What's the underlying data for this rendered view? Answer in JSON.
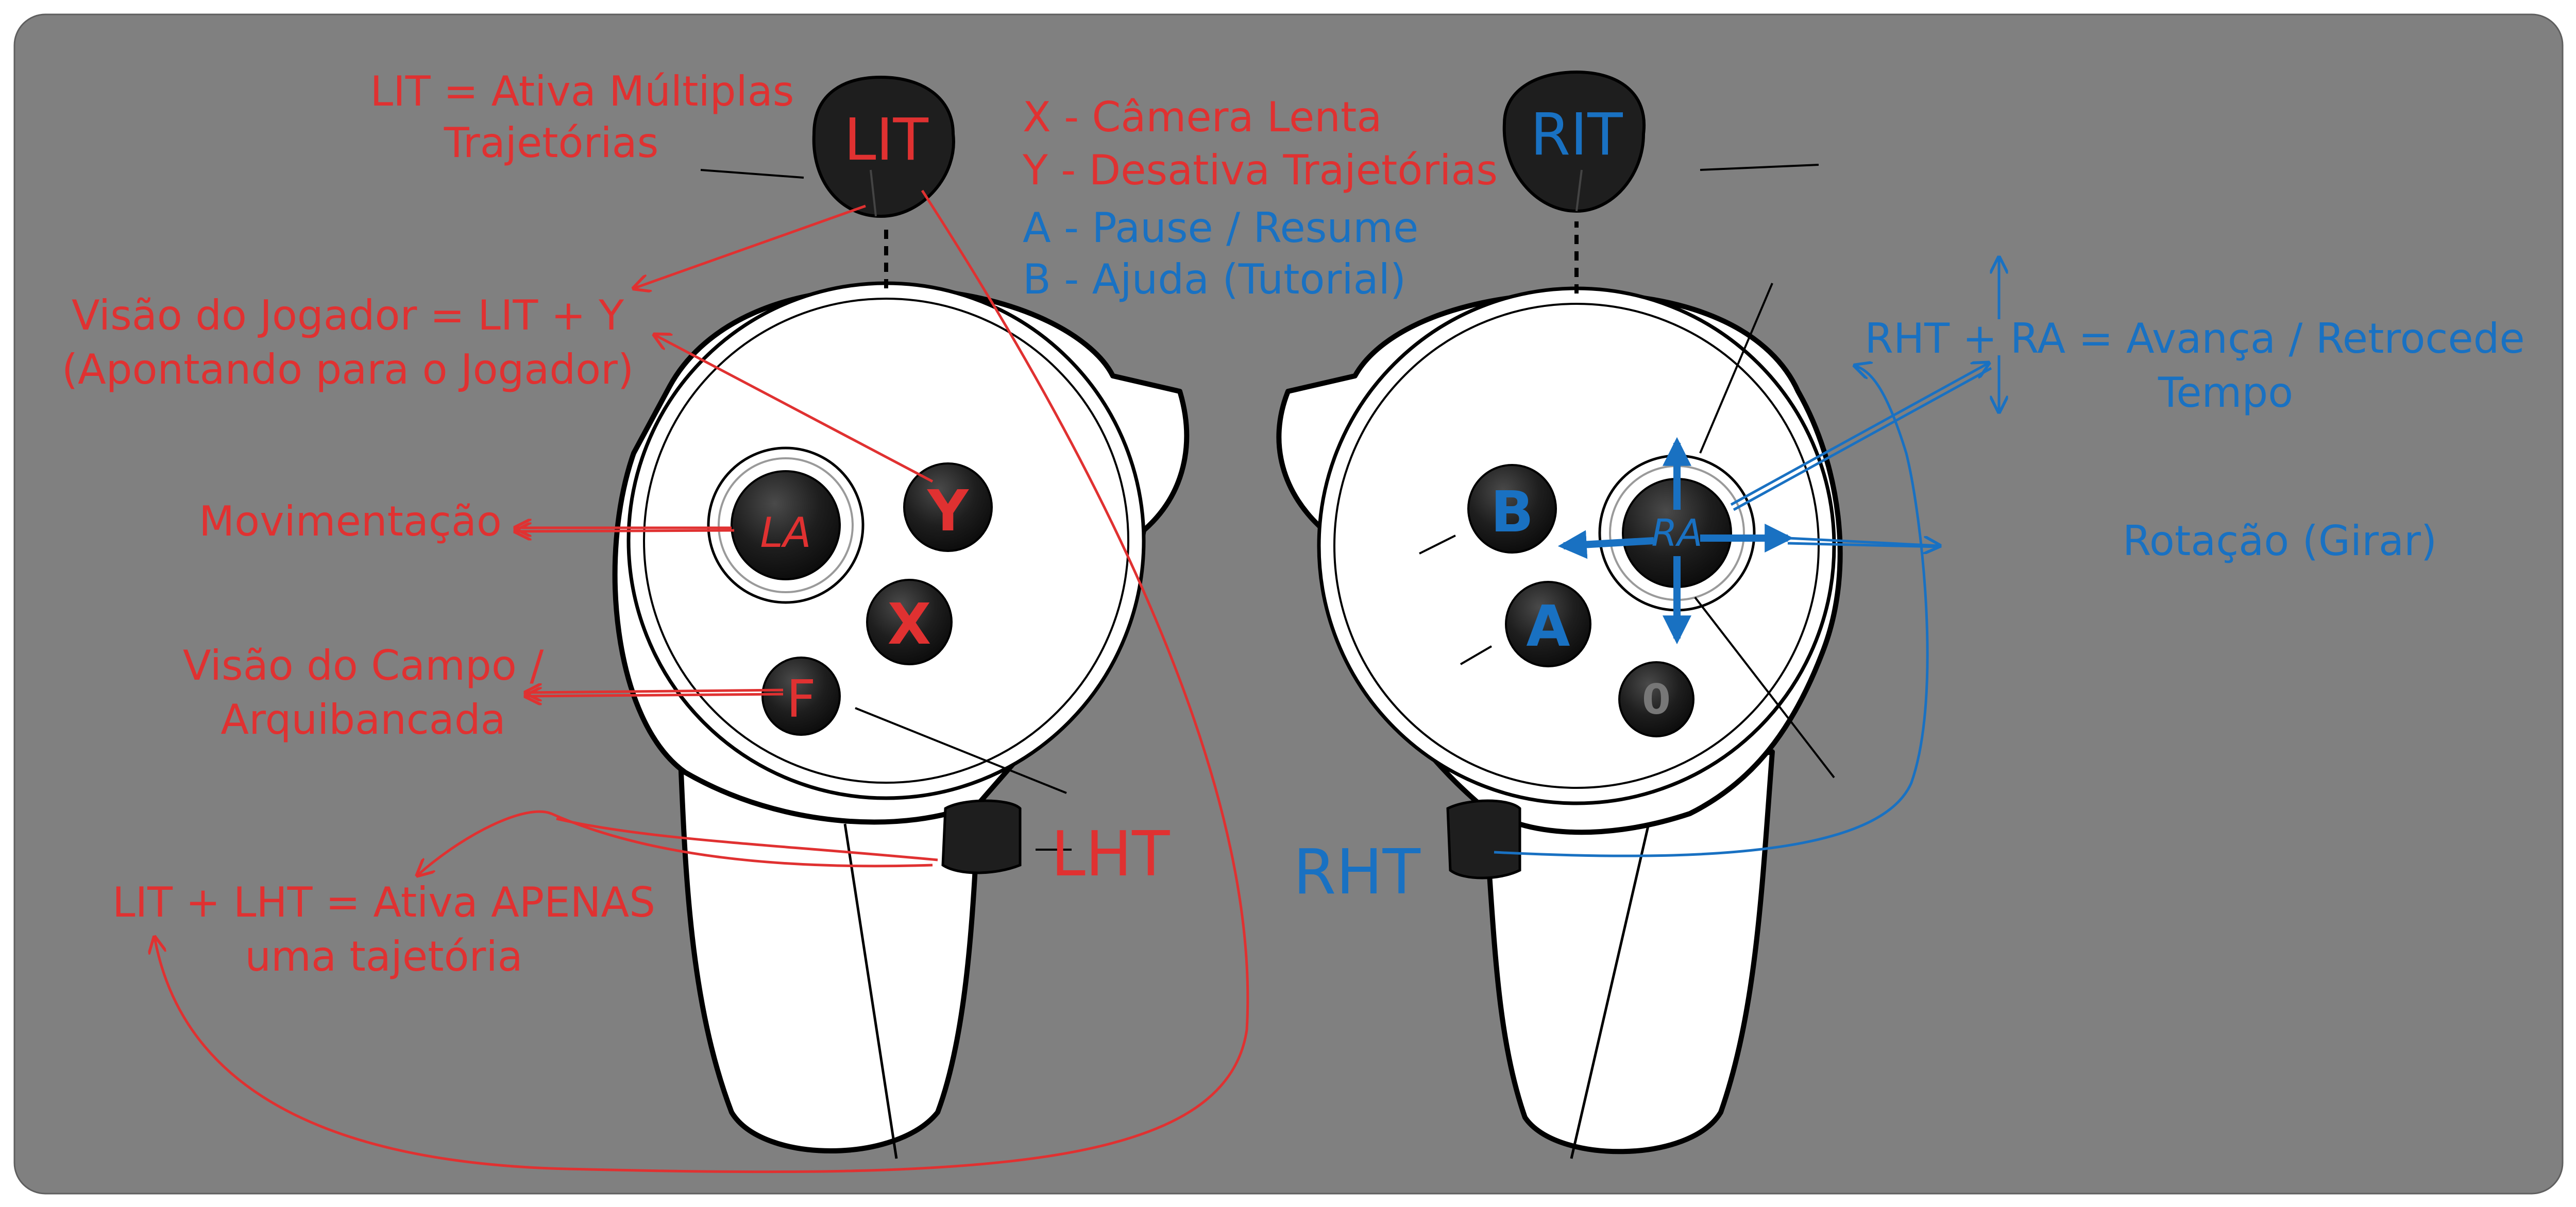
{
  "colors": {
    "background": "#808080",
    "controller_body": "#ffffff",
    "outline": "#000000",
    "left_annotation": "#e03131",
    "right_annotation": "#1971c2",
    "button_dark": "#1e1e1e"
  },
  "controllers": {
    "left": {
      "trigger_index": "LIT",
      "trigger_hand": "LHT",
      "thumbstick": "LA",
      "buttons": {
        "y": "Y",
        "x": "X",
        "f": "F"
      }
    },
    "right": {
      "trigger_index": "RIT",
      "trigger_hand": "RHT",
      "thumbstick": "RA",
      "buttons": {
        "b": "B",
        "a": "A",
        "menu": "0"
      }
    }
  },
  "annotations": {
    "lit_multi": [
      "LIT = Ativa Múltiplas",
      "Trajetórias"
    ],
    "button_legend": {
      "x": "X - Câmera Lenta",
      "y": "Y - Desativa Trajetórias",
      "a": "A - Pause / Resume",
      "b": "B - Ajuda (Tutorial)"
    },
    "player_view": [
      "Visão do Jogador = LIT + Y",
      "(Apontando para o Jogador)"
    ],
    "movement": "Movimentação",
    "field_view": [
      "Visão do Campo /",
      "Arquibancada"
    ],
    "single_trajectory": [
      "LIT + LHT = Ativa APENAS",
      "uma tajetória"
    ],
    "time_control": [
      "RHT + RA = Avança / Retrocede",
      "Tempo"
    ],
    "rotation": "Rotação (Girar)"
  }
}
